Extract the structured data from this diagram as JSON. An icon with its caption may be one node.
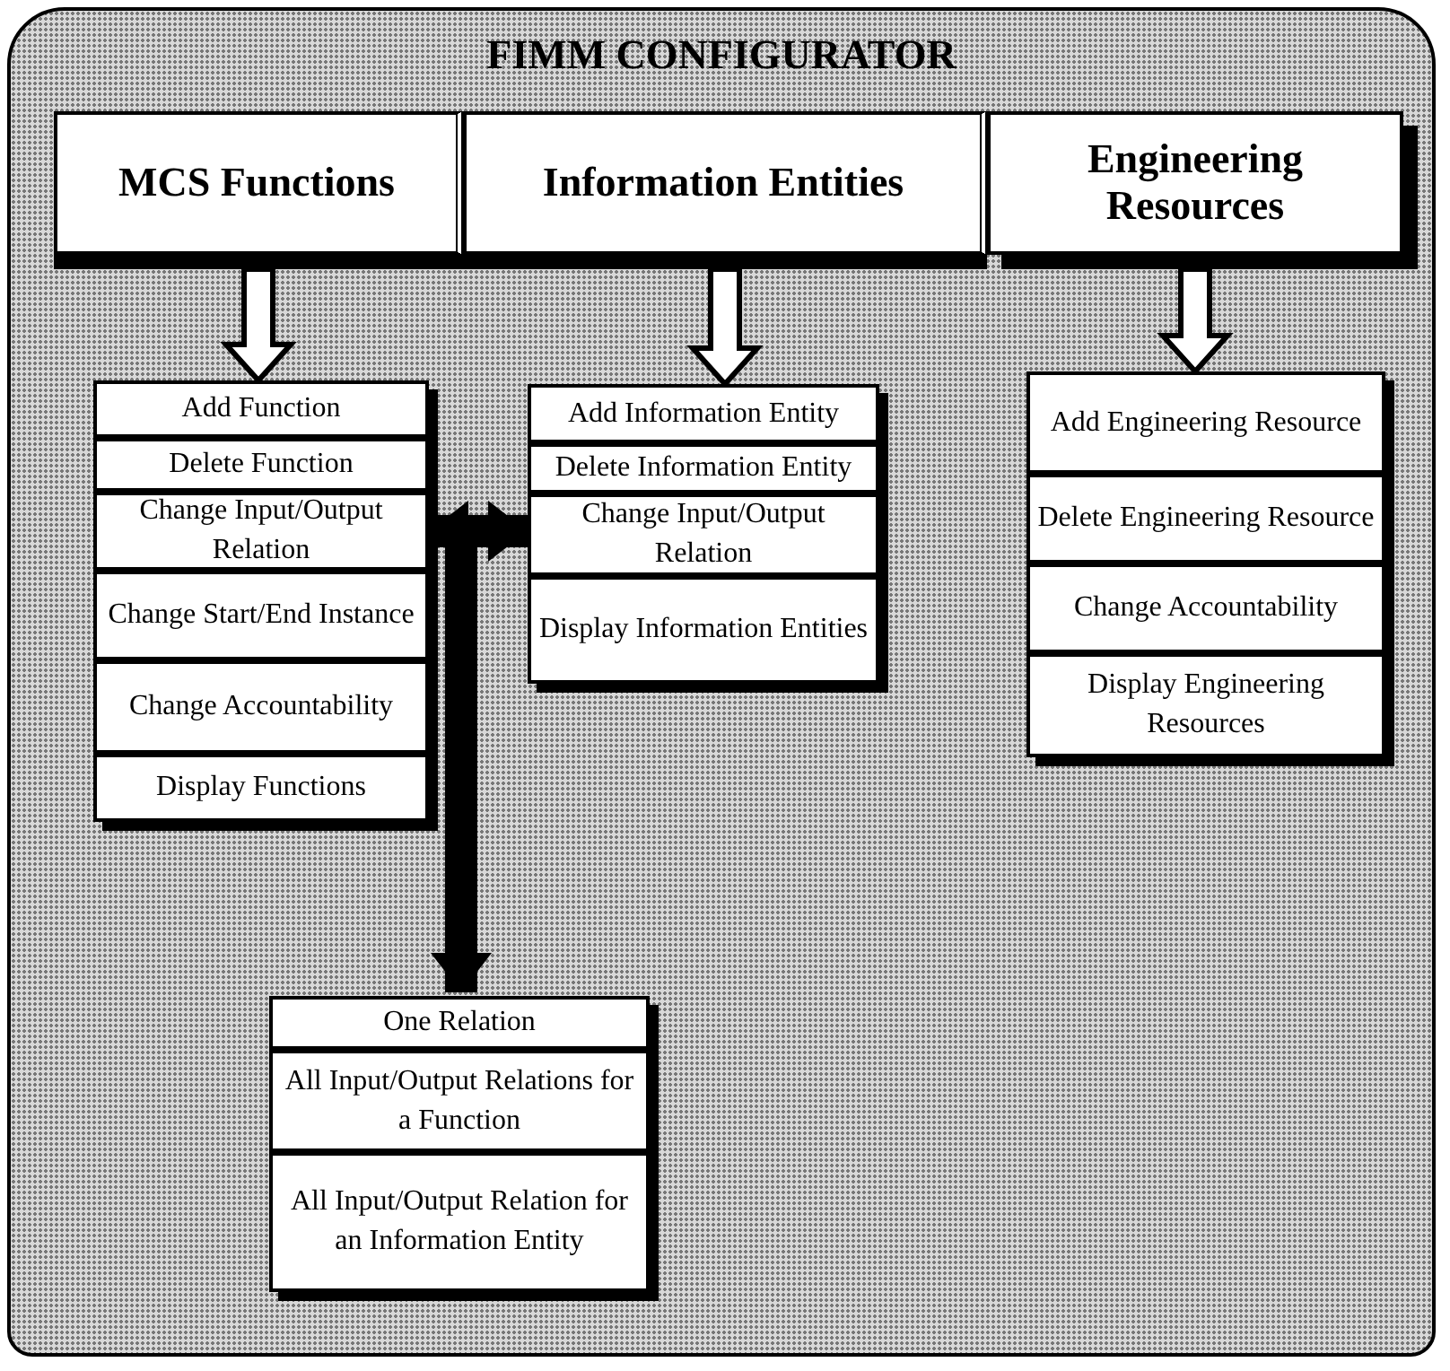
{
  "diagram": {
    "title": "FIMM CONFIGURATOR",
    "nodes": [
      {
        "text": [
          "MCS Functions"
        ]
      },
      {
        "text": [
          "Information Entities"
        ]
      },
      {
        "text": [
          "Engineering Resources"
        ]
      },
      {
        "text": [
          "Add Function"
        ]
      },
      {
        "text": [
          "Delete Function"
        ]
      },
      {
        "text": [
          "Change Input/Output Relation"
        ]
      },
      {
        "text": [
          "Change Start/End Instance"
        ]
      },
      {
        "text": [
          "Change Accountability"
        ]
      },
      {
        "text": [
          "Display Functions"
        ]
      },
      {
        "text": [
          "Add Information Entity"
        ]
      },
      {
        "text": [
          "Delete Information Entity"
        ]
      },
      {
        "text": [
          "Change Input/Output Relation"
        ]
      },
      {
        "text": [
          "Display Information Entities"
        ]
      },
      {
        "text": [
          "Add Engineering Resource"
        ]
      },
      {
        "text": [
          "Delete Engineering Resource"
        ]
      },
      {
        "text": [
          "Change Accountability"
        ]
      },
      {
        "text": [
          "Display Engineering Resources"
        ]
      },
      {
        "text": [
          "One Relation"
        ]
      },
      {
        "text": [
          "All Input/Output Relations for a Function"
        ]
      },
      {
        "text": [
          "All Input/Output Relation for an Information Entity"
        ]
      }
    ],
    "edges": [
      {
        "from": 0,
        "to": 3,
        "arrow": "to"
      },
      {
        "from": 1,
        "to": 9,
        "arrow": "to"
      },
      {
        "from": 2,
        "to": 13,
        "arrow": "to"
      },
      {
        "from": 5,
        "to": 11,
        "arrow": "both"
      },
      {
        "from": 5,
        "to": 17,
        "arrow": "to"
      }
    ]
  }
}
